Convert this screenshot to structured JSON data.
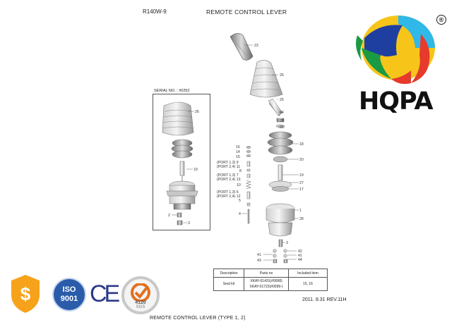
{
  "header": {
    "model": "R140W-9",
    "title": "REMOTE CONTROL LEVER"
  },
  "brand": {
    "name": "HQPA",
    "registered": "®",
    "logo_colors": [
      "#1b9a44",
      "#1f3fa0",
      "#e63a2c",
      "#f7c51a",
      "#2fb8e8"
    ]
  },
  "diagram": {
    "serial_label": "SERIAL NO. : #0252",
    "left_assembly_labels": [
      "26",
      "19",
      "2",
      "3"
    ],
    "main_assembly_labels": [
      "23",
      "26",
      "25",
      "24",
      "22",
      "21",
      "18",
      "20",
      "19",
      "27",
      "17",
      "1",
      "28",
      "3",
      "42",
      "41",
      "44",
      "41",
      "43"
    ],
    "left_column_labels": [
      "16",
      "14",
      "15",
      "(PORT 1,3)  9",
      "(PORT 2,4) 11",
      "8",
      "(PORT 1,3)  7",
      "(PORT 2,4) 13",
      "10",
      "(PORT 1,3)  6",
      "(PORT 2,4) 12",
      "5",
      "4"
    ]
  },
  "parts_table": {
    "headers": [
      "Description",
      "Parts no",
      "Included item"
    ],
    "rows": [
      {
        "description": "Seal kit",
        "parts": [
          "XKAY-01431(#0098)",
          "XKAY-01723(#0099-)"
        ],
        "included": "15, 16"
      }
    ]
  },
  "revision": "2011. 8.31 REV.11H",
  "footer_caption": "REMOTE CONTROL LEVER (TYPE 1, 2)",
  "badges": {
    "iso_top": "ISO",
    "iso_number": "9001",
    "ce": "CE",
    "sgs_number": "4120",
    "sgs_text": "SGS",
    "iso_color": "#2a5caa",
    "shield_color": "#f7a21b",
    "sgs_color": "#e2711d"
  }
}
